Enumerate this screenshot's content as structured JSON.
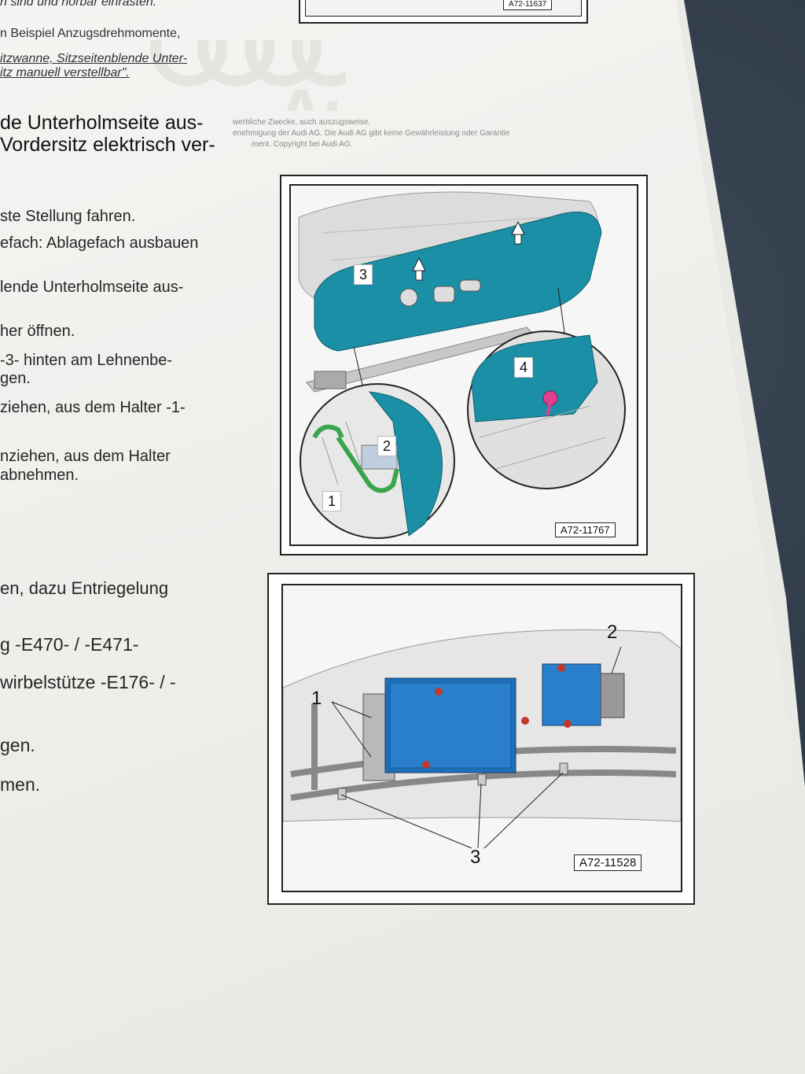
{
  "page": {
    "watermark": "Audi",
    "top_fig_code": "A72-11637",
    "lines": [
      {
        "id": "l0",
        "text": "n sind und hörbar einrasten.",
        "style": "it"
      },
      {
        "id": "l1",
        "text": "n Beispiel Anzugsdrehmomente,",
        "style": "normal"
      },
      {
        "id": "l2",
        "text": "itzwanne, Sitzseitenblende Unter-",
        "style": "link"
      },
      {
        "id": "l3",
        "text": "itz manuell verstellbar\".",
        "style": "link"
      }
    ],
    "heading_line1": "de Unterholmseite aus-",
    "heading_line2": "Vordersitz elektrisch ver-",
    "legal_line1": "werbliche Zwecke, auch  auszugsweise,",
    "legal_line2": "enehmigung der Audi AG. Die Audi AG gibt keine Gewährleistung oder Garantie",
    "legal_line3": "ment. Copyright bei Audi AG.",
    "steps": [
      "ste Stellung fahren.",
      "efach: Ablagefach ausbauen",
      "lende Unterholmseite aus-",
      "her öffnen.",
      "-3- hinten am Lehnenbe-",
      "gen.",
      "ziehen, aus dem Halter -1-",
      "nziehen, aus dem Halter",
      "abnehmen.",
      "en, dazu Entriegelung",
      "g -E470- / -E471-",
      "wirbelstütze -E176- / -",
      "gen.",
      "men."
    ]
  },
  "figure1": {
    "code": "A72-11767",
    "callouts": [
      "3",
      "4",
      "2",
      "1"
    ]
  },
  "figure2": {
    "code": "A72-11528",
    "callouts": [
      "1",
      "2",
      "3"
    ]
  },
  "colors": {
    "part_teal": "#1a8fa6",
    "part_blue": "#1f6fb8",
    "marker_pink": "#e13f8e",
    "marker_green": "#3aa54a",
    "link_red": "#d2252b"
  }
}
